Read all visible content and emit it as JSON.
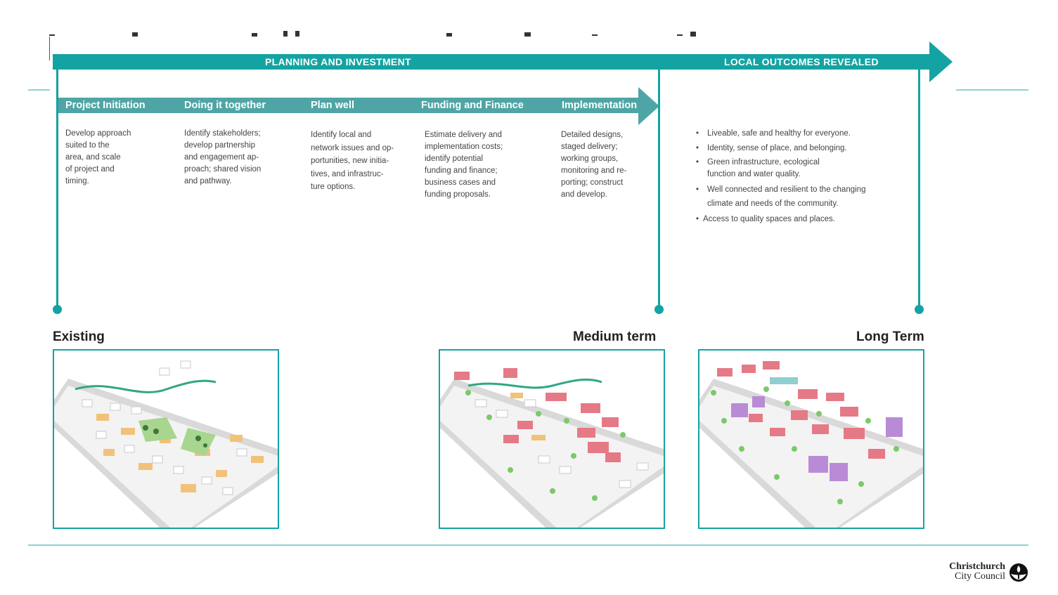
{
  "banner": {
    "planning_label": "PLANNING AND INVESTMENT",
    "outcomes_label": "LOCAL OUTCOMES REVEALED"
  },
  "phases": [
    {
      "title": "Project Initiation",
      "lines": [
        "Develop approach",
        "suited to the",
        "area, and scale",
        "of project and",
        "timing."
      ]
    },
    {
      "title": "Doing it together",
      "lines": [
        "Identify stakeholders;",
        "develop partnership",
        "and engagement ap-",
        "proach; shared vision",
        "and pathway."
      ]
    },
    {
      "title": "Plan well",
      "lines": [
        "Identify local and",
        "network issues and op-",
        "portunities, new initia-",
        "tives, and infrastruc-",
        "ture options."
      ]
    },
    {
      "title": "Funding and Finance",
      "lines": [
        "Estimate delivery and",
        "implementation costs;",
        "identify potential",
        "funding and finance;",
        "business cases and",
        "funding proposals."
      ]
    },
    {
      "title": "Implementation",
      "lines": [
        "Detailed designs,",
        "staged delivery;",
        "working groups,",
        "monitoring and re-",
        "porting; construct",
        "and develop."
      ]
    }
  ],
  "outcomes": [
    "Liveable, safe and healthy for everyone.",
    "Identity, sense of place, and belonging.",
    "Green infrastructure, ecological function and water quality.",
    "Well connected and resilient to the changing climate and needs of the community.",
    "Access to quality spaces and places."
  ],
  "stages": {
    "existing": "Existing",
    "medium": "Medium term",
    "long": "Long Term"
  },
  "logo": {
    "line1": "Christchurch",
    "line2": "City Council"
  },
  "colors": {
    "teal": "#14a3a3",
    "phase_bar": "#4fa5a5",
    "light_line": "#8dd1cf",
    "building_existing": "#f1c27a",
    "building_new": "#e57a86",
    "building_long": "#b98bd6",
    "green": "#7cc86a"
  }
}
